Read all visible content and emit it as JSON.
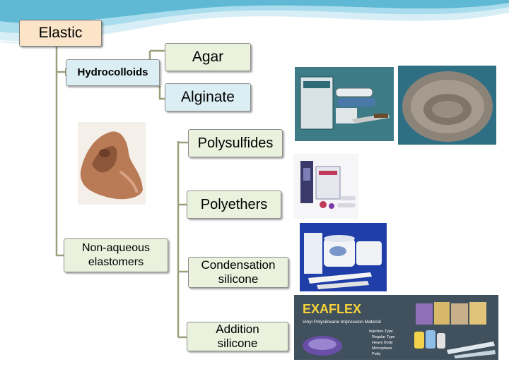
{
  "nodes": {
    "elastic": "Elastic",
    "hydrocolloids": "Hydrocolloids",
    "agar": "Agar",
    "alginate": "Alginate",
    "non_aqueous": [
      "Non-aqueous",
      "elastomers"
    ],
    "polysulfides": "Polysulfides",
    "polyethers": "Polyethers",
    "condensation": [
      "Condensation",
      "silicone"
    ],
    "addition": [
      "Addition",
      "silicone"
    ]
  },
  "photos": {
    "exaflex": {
      "brand": "EXAFLEX",
      "subtitle": "Vinyl Polysiloxane Impression Material",
      "types": [
        "Injection Type",
        "Regular Type",
        "Heavy Body",
        "Monophase",
        "Putty"
      ]
    }
  },
  "colors": {
    "accent_wave": "#5fb8d4",
    "box_green": "#eaf1dd",
    "box_blue": "#dbeef4",
    "box_peach": "#fbe4c8",
    "connector": "#9aa07a"
  }
}
